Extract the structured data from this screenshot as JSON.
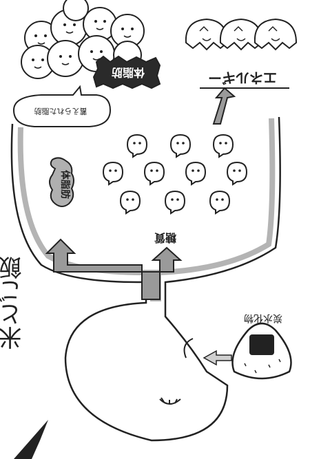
{
  "labels": {
    "energy": "エネルギー",
    "body_fat": "体脂肪",
    "body_fat_banner": "体脂肪",
    "sugar": "糖質",
    "carbohydrate": "炭水化物",
    "stored_caption": "蓄えられた脂肪",
    "side_text": "米とご飯"
  },
  "colors": {
    "ink": "#222222",
    "pipe_fill": "#cfcfcf",
    "arrow_fill": "#9a9a9a",
    "banner_fill": "#2a2a2a",
    "fat_blob": "#b0b0b0"
  }
}
